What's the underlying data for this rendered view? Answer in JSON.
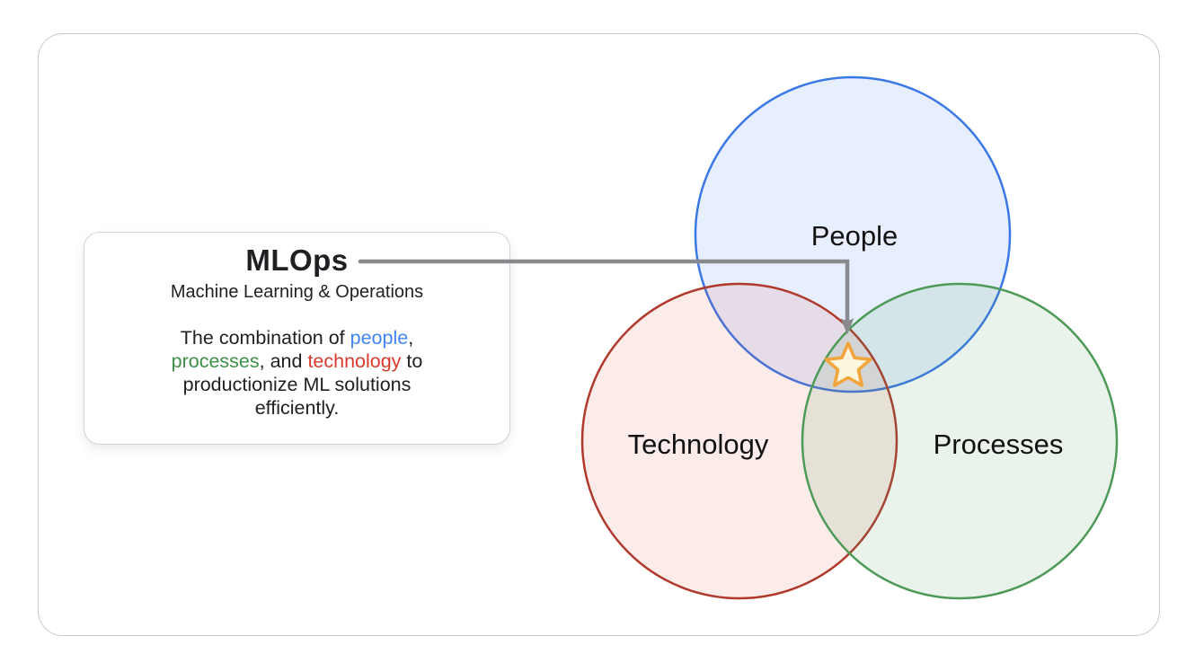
{
  "card": {
    "title": "MLOps",
    "subtitle": "Machine Learning & Operations",
    "description": [
      [
        {
          "text": "The combination of ",
          "color": "#202124"
        },
        {
          "text": "people",
          "color": "#4285F4"
        },
        {
          "text": ",",
          "color": "#202124"
        }
      ],
      [
        {
          "text": "processes",
          "color": "#3F8F4A"
        },
        {
          "text": ", and ",
          "color": "#202124"
        },
        {
          "text": "technology",
          "color": "#D93A2B"
        },
        {
          "text": " to",
          "color": "#202124"
        }
      ],
      [
        {
          "text": "productionize ML solutions",
          "color": "#202124"
        }
      ],
      [
        {
          "text": "efficiently.",
          "color": "#202124"
        }
      ]
    ]
  },
  "venn": {
    "circles": [
      {
        "id": "people",
        "label": "People",
        "stroke": "#3B78E7",
        "fill": "rgba(66,133,244,0.13)"
      },
      {
        "id": "technology",
        "label": "Technology",
        "stroke": "#B0392C",
        "fill": "rgba(217,58,43,0.10)"
      },
      {
        "id": "processes",
        "label": "Processes",
        "stroke": "#4D9A57",
        "fill": "rgba(77,154,87,0.12)"
      }
    ],
    "intersection_star": {
      "fill": "#FDF6DE",
      "stroke": "#F0A63C"
    },
    "arrow": {
      "color": "#898A8D"
    }
  },
  "colors": {
    "frame_border": "#C5C8CD",
    "card_border": "#CFD3DC",
    "ink": "#202124",
    "keyword_blue": "#4285F4",
    "keyword_green": "#3F8F4A",
    "keyword_red": "#D93A2B"
  }
}
